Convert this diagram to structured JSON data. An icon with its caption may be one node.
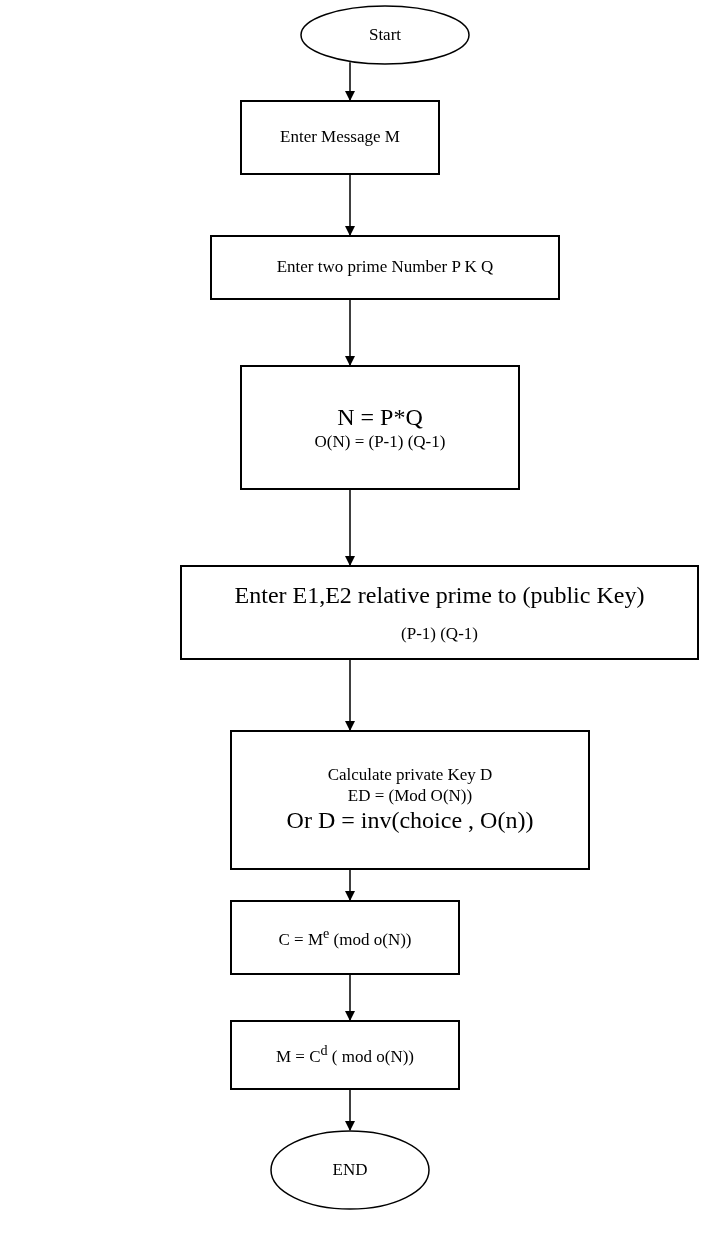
{
  "diagram": {
    "nodes": [
      {
        "text": [
          "Start"
        ]
      },
      {
        "text": [
          "Enter Message M"
        ]
      },
      {
        "text": [
          "Enter two prime Number P K Q"
        ]
      },
      {
        "text": [
          "N = P*Q",
          "O(N) = (P-1) (Q-1)"
        ]
      },
      {
        "text": [
          "Enter E1,E2 relative prime to (public Key)",
          "(P-1) (Q-1)"
        ]
      },
      {
        "text": [
          "Calculate private Key D",
          "ED = (Mod O(N))",
          "Or D = inv(choice , O(n))"
        ]
      },
      {
        "text": [
          "C = M$^{e}$ (mod o(N))"
        ]
      },
      {
        "text": [
          "M = C$^{d}$ ( mod o(N))"
        ]
      },
      {
        "text": [
          "END"
        ]
      }
    ],
    "edges": [
      {
        "from": 0,
        "to": 1,
        "arrow": "to"
      },
      {
        "from": 1,
        "to": 2,
        "arrow": "to"
      },
      {
        "from": 2,
        "to": 3,
        "arrow": "to"
      },
      {
        "from": 3,
        "to": 4,
        "arrow": "to"
      },
      {
        "from": 4,
        "to": 5,
        "arrow": "to"
      },
      {
        "from": 5,
        "to": 6,
        "arrow": "to"
      },
      {
        "from": 6,
        "to": 7,
        "arrow": "to"
      },
      {
        "from": 7,
        "to": 8,
        "arrow": "to"
      }
    ]
  }
}
